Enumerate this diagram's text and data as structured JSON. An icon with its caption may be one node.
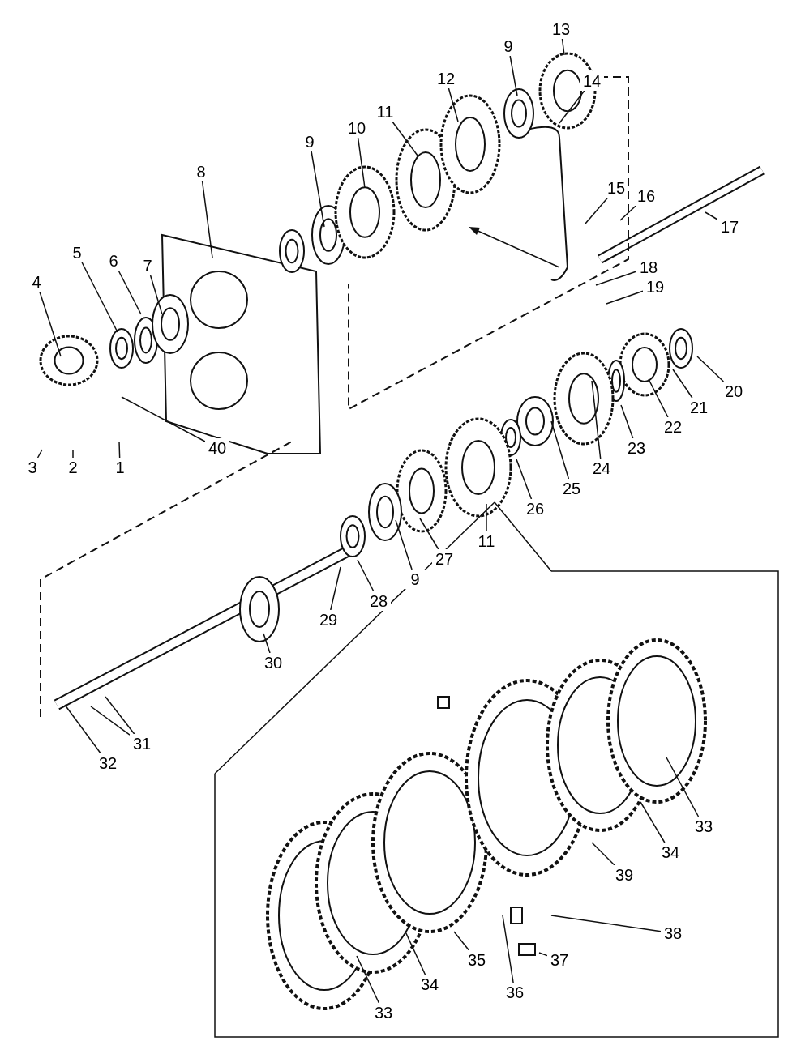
{
  "diagram": {
    "nodes": [
      {
        "text": [
          "1"
        ]
      },
      {
        "text": [
          "2"
        ]
      },
      {
        "text": [
          "3"
        ]
      },
      {
        "text": [
          "4"
        ]
      },
      {
        "text": [
          "5"
        ]
      },
      {
        "text": [
          "6"
        ]
      },
      {
        "text": [
          "7"
        ]
      },
      {
        "text": [
          "8"
        ]
      },
      {
        "text": [
          "9"
        ]
      },
      {
        "text": [
          "10"
        ]
      },
      {
        "text": [
          "11"
        ]
      },
      {
        "text": [
          "12"
        ]
      },
      {
        "text": [
          "13"
        ]
      },
      {
        "text": [
          "9"
        ]
      },
      {
        "text": [
          "14"
        ]
      },
      {
        "text": [
          "15"
        ]
      },
      {
        "text": [
          "16"
        ]
      },
      {
        "text": [
          "17"
        ]
      },
      {
        "text": [
          "18"
        ]
      },
      {
        "text": [
          "19"
        ]
      },
      {
        "text": [
          "20"
        ]
      },
      {
        "text": [
          "21"
        ]
      },
      {
        "text": [
          "22"
        ]
      },
      {
        "text": [
          "23"
        ]
      },
      {
        "text": [
          "24"
        ]
      },
      {
        "text": [
          "25"
        ]
      },
      {
        "text": [
          "26"
        ]
      },
      {
        "text": [
          "27"
        ]
      },
      {
        "text": [
          "11"
        ]
      },
      {
        "text": [
          "9"
        ]
      },
      {
        "text": [
          "28"
        ]
      },
      {
        "text": [
          "29"
        ]
      },
      {
        "text": [
          "30"
        ]
      },
      {
        "text": [
          "31"
        ]
      },
      {
        "text": [
          "32"
        ]
      },
      {
        "text": [
          "40"
        ]
      },
      {
        "text": [
          "33"
        ]
      },
      {
        "text": [
          "34"
        ]
      },
      {
        "text": [
          "39"
        ]
      },
      {
        "text": [
          "38"
        ]
      },
      {
        "text": [
          "37"
        ]
      },
      {
        "text": [
          "36"
        ]
      },
      {
        "text": [
          "35"
        ]
      },
      {
        "text": [
          "34"
        ]
      },
      {
        "text": [
          "33"
        ]
      }
    ],
    "edges": [
      {
        "from": 0,
        "to": null,
        "arrow": "none"
      },
      {
        "from": 1,
        "to": null,
        "arrow": "none"
      },
      {
        "from": 2,
        "to": null,
        "arrow": "none"
      },
      {
        "from": 3,
        "to": null,
        "arrow": "none"
      },
      {
        "from": 4,
        "to": null,
        "arrow": "none"
      },
      {
        "from": 5,
        "to": null,
        "arrow": "none"
      },
      {
        "from": 6,
        "to": null,
        "arrow": "none"
      },
      {
        "from": 7,
        "to": null,
        "arrow": "none"
      },
      {
        "from": 8,
        "to": null,
        "arrow": "none"
      },
      {
        "from": 9,
        "to": null,
        "arrow": "none"
      },
      {
        "from": 10,
        "to": null,
        "arrow": "none"
      },
      {
        "from": 11,
        "to": null,
        "arrow": "none"
      },
      {
        "from": 12,
        "to": null,
        "arrow": "none"
      },
      {
        "from": 13,
        "to": null,
        "arrow": "none"
      },
      {
        "from": 14,
        "to": null,
        "arrow": "none"
      },
      {
        "from": 15,
        "to": null,
        "arrow": "none"
      },
      {
        "from": 16,
        "to": null,
        "arrow": "none"
      },
      {
        "from": 17,
        "to": null,
        "arrow": "none"
      },
      {
        "from": 18,
        "to": null,
        "arrow": "none"
      },
      {
        "from": 19,
        "to": null,
        "arrow": "none"
      },
      {
        "from": 20,
        "to": null,
        "arrow": "none"
      },
      {
        "from": 21,
        "to": null,
        "arrow": "none"
      },
      {
        "from": 22,
        "to": null,
        "arrow": "none"
      },
      {
        "from": 23,
        "to": null,
        "arrow": "none"
      },
      {
        "from": 24,
        "to": null,
        "arrow": "none"
      },
      {
        "from": 25,
        "to": null,
        "arrow": "none"
      },
      {
        "from": 26,
        "to": null,
        "arrow": "none"
      },
      {
        "from": 27,
        "to": null,
        "arrow": "none"
      },
      {
        "from": 28,
        "to": null,
        "arrow": "none"
      },
      {
        "from": 29,
        "to": null,
        "arrow": "none"
      },
      {
        "from": 30,
        "to": null,
        "arrow": "none"
      },
      {
        "from": 31,
        "to": null,
        "arrow": "none"
      },
      {
        "from": 32,
        "to": null,
        "arrow": "none"
      },
      {
        "from": 33,
        "to": null,
        "arrow": "none"
      },
      {
        "from": 34,
        "to": null,
        "arrow": "none"
      },
      {
        "from": 35,
        "to": null,
        "arrow": "none"
      },
      {
        "from": 36,
        "to": null,
        "arrow": "none"
      },
      {
        "from": 37,
        "to": null,
        "arrow": "none"
      },
      {
        "from": 38,
        "to": null,
        "arrow": "none"
      },
      {
        "from": 39,
        "to": null,
        "arrow": "none"
      },
      {
        "from": 40,
        "to": null,
        "arrow": "none"
      },
      {
        "from": 41,
        "to": null,
        "arrow": "none"
      },
      {
        "from": 42,
        "to": null,
        "arrow": "none"
      },
      {
        "from": 43,
        "to": null,
        "arrow": "none"
      },
      {
        "from": 44,
        "to": null,
        "arrow": "none"
      }
    ]
  }
}
